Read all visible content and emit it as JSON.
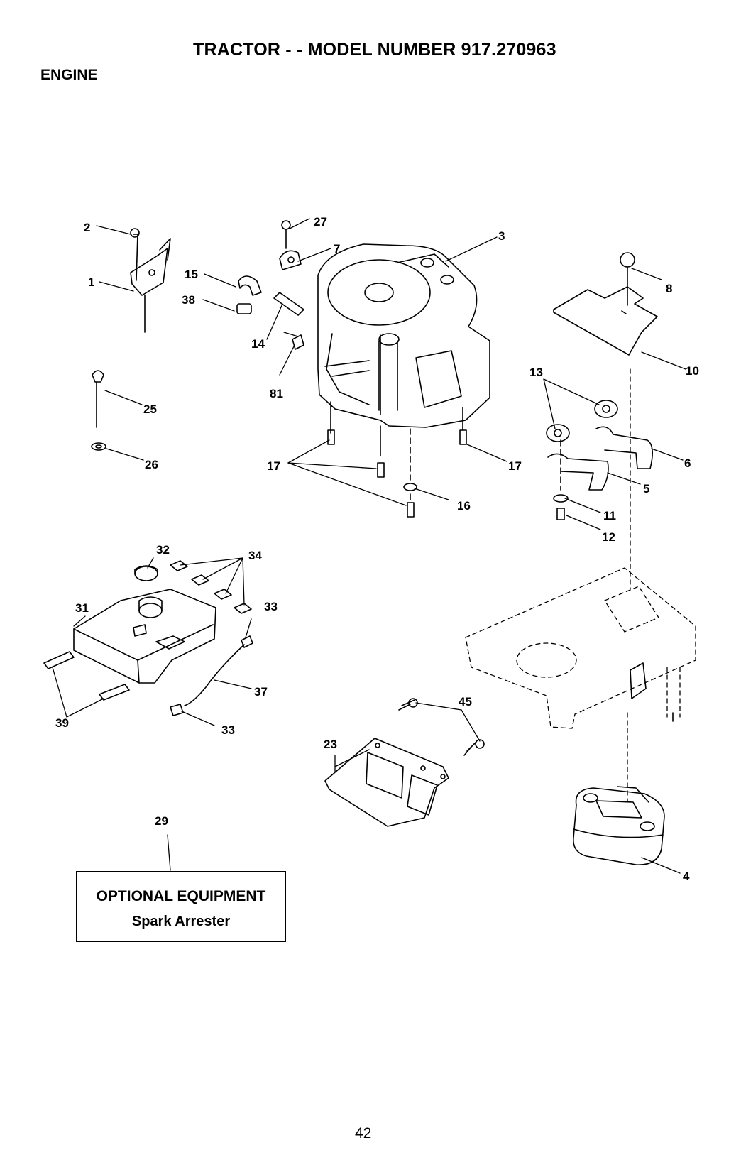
{
  "header": {
    "title": "TRACTOR - - MODEL NUMBER 917.270963",
    "section": "ENGINE"
  },
  "callouts": {
    "c1": "1",
    "c2": "2",
    "c3": "3",
    "c4": "4",
    "c5": "5",
    "c6": "6",
    "c7": "7",
    "c8": "8",
    "c10": "10",
    "c11": "11",
    "c12": "12",
    "c13": "13",
    "c14": "14",
    "c15": "15",
    "c16": "16",
    "c17a": "17",
    "c17b": "17",
    "c23": "23",
    "c25": "25",
    "c26": "26",
    "c27": "27",
    "c29": "29",
    "c31": "31",
    "c32": "32",
    "c33a": "33",
    "c33b": "33",
    "c34": "34",
    "c37": "37",
    "c38": "38",
    "c39": "39",
    "c45": "45",
    "c81": "81"
  },
  "optional_box": {
    "heading": "OPTIONAL EQUIPMENT",
    "item": "Spark Arrester"
  },
  "footer": {
    "page_number": "42"
  }
}
